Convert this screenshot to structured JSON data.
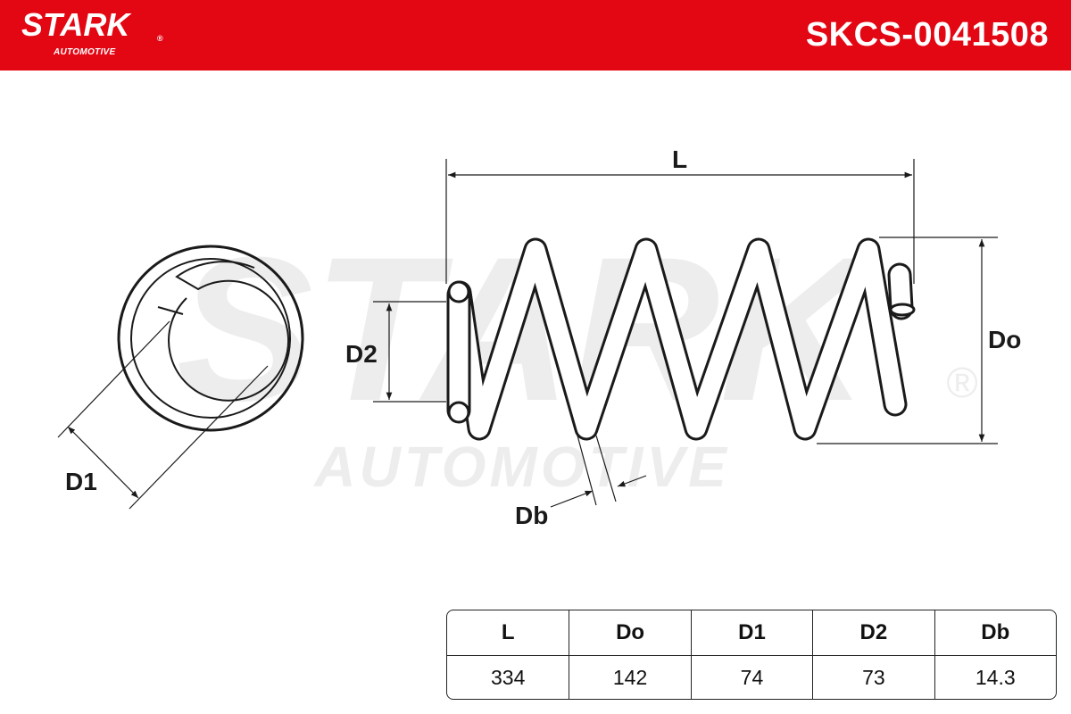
{
  "header": {
    "brand_name": "STARK",
    "brand_registered": "®",
    "brand_sub": "AUTOMOTIVE",
    "part_number": "SKCS-0041508"
  },
  "watermark": {
    "main": "STARK",
    "sub": "AUTOMOTIVE",
    "registered": "®"
  },
  "dimensions": {
    "l_label": "L",
    "do_label": "Do",
    "d1_label": "D1",
    "d2_label": "D2",
    "db_label": "Db"
  },
  "table": {
    "headers": [
      "L",
      "Do",
      "D1",
      "D2",
      "Db"
    ],
    "values": [
      "334",
      "142",
      "74",
      "73",
      "14.3"
    ]
  },
  "colors": {
    "brand_red": "#e30613",
    "line": "#1a1a1a",
    "watermark": "#ededed"
  }
}
